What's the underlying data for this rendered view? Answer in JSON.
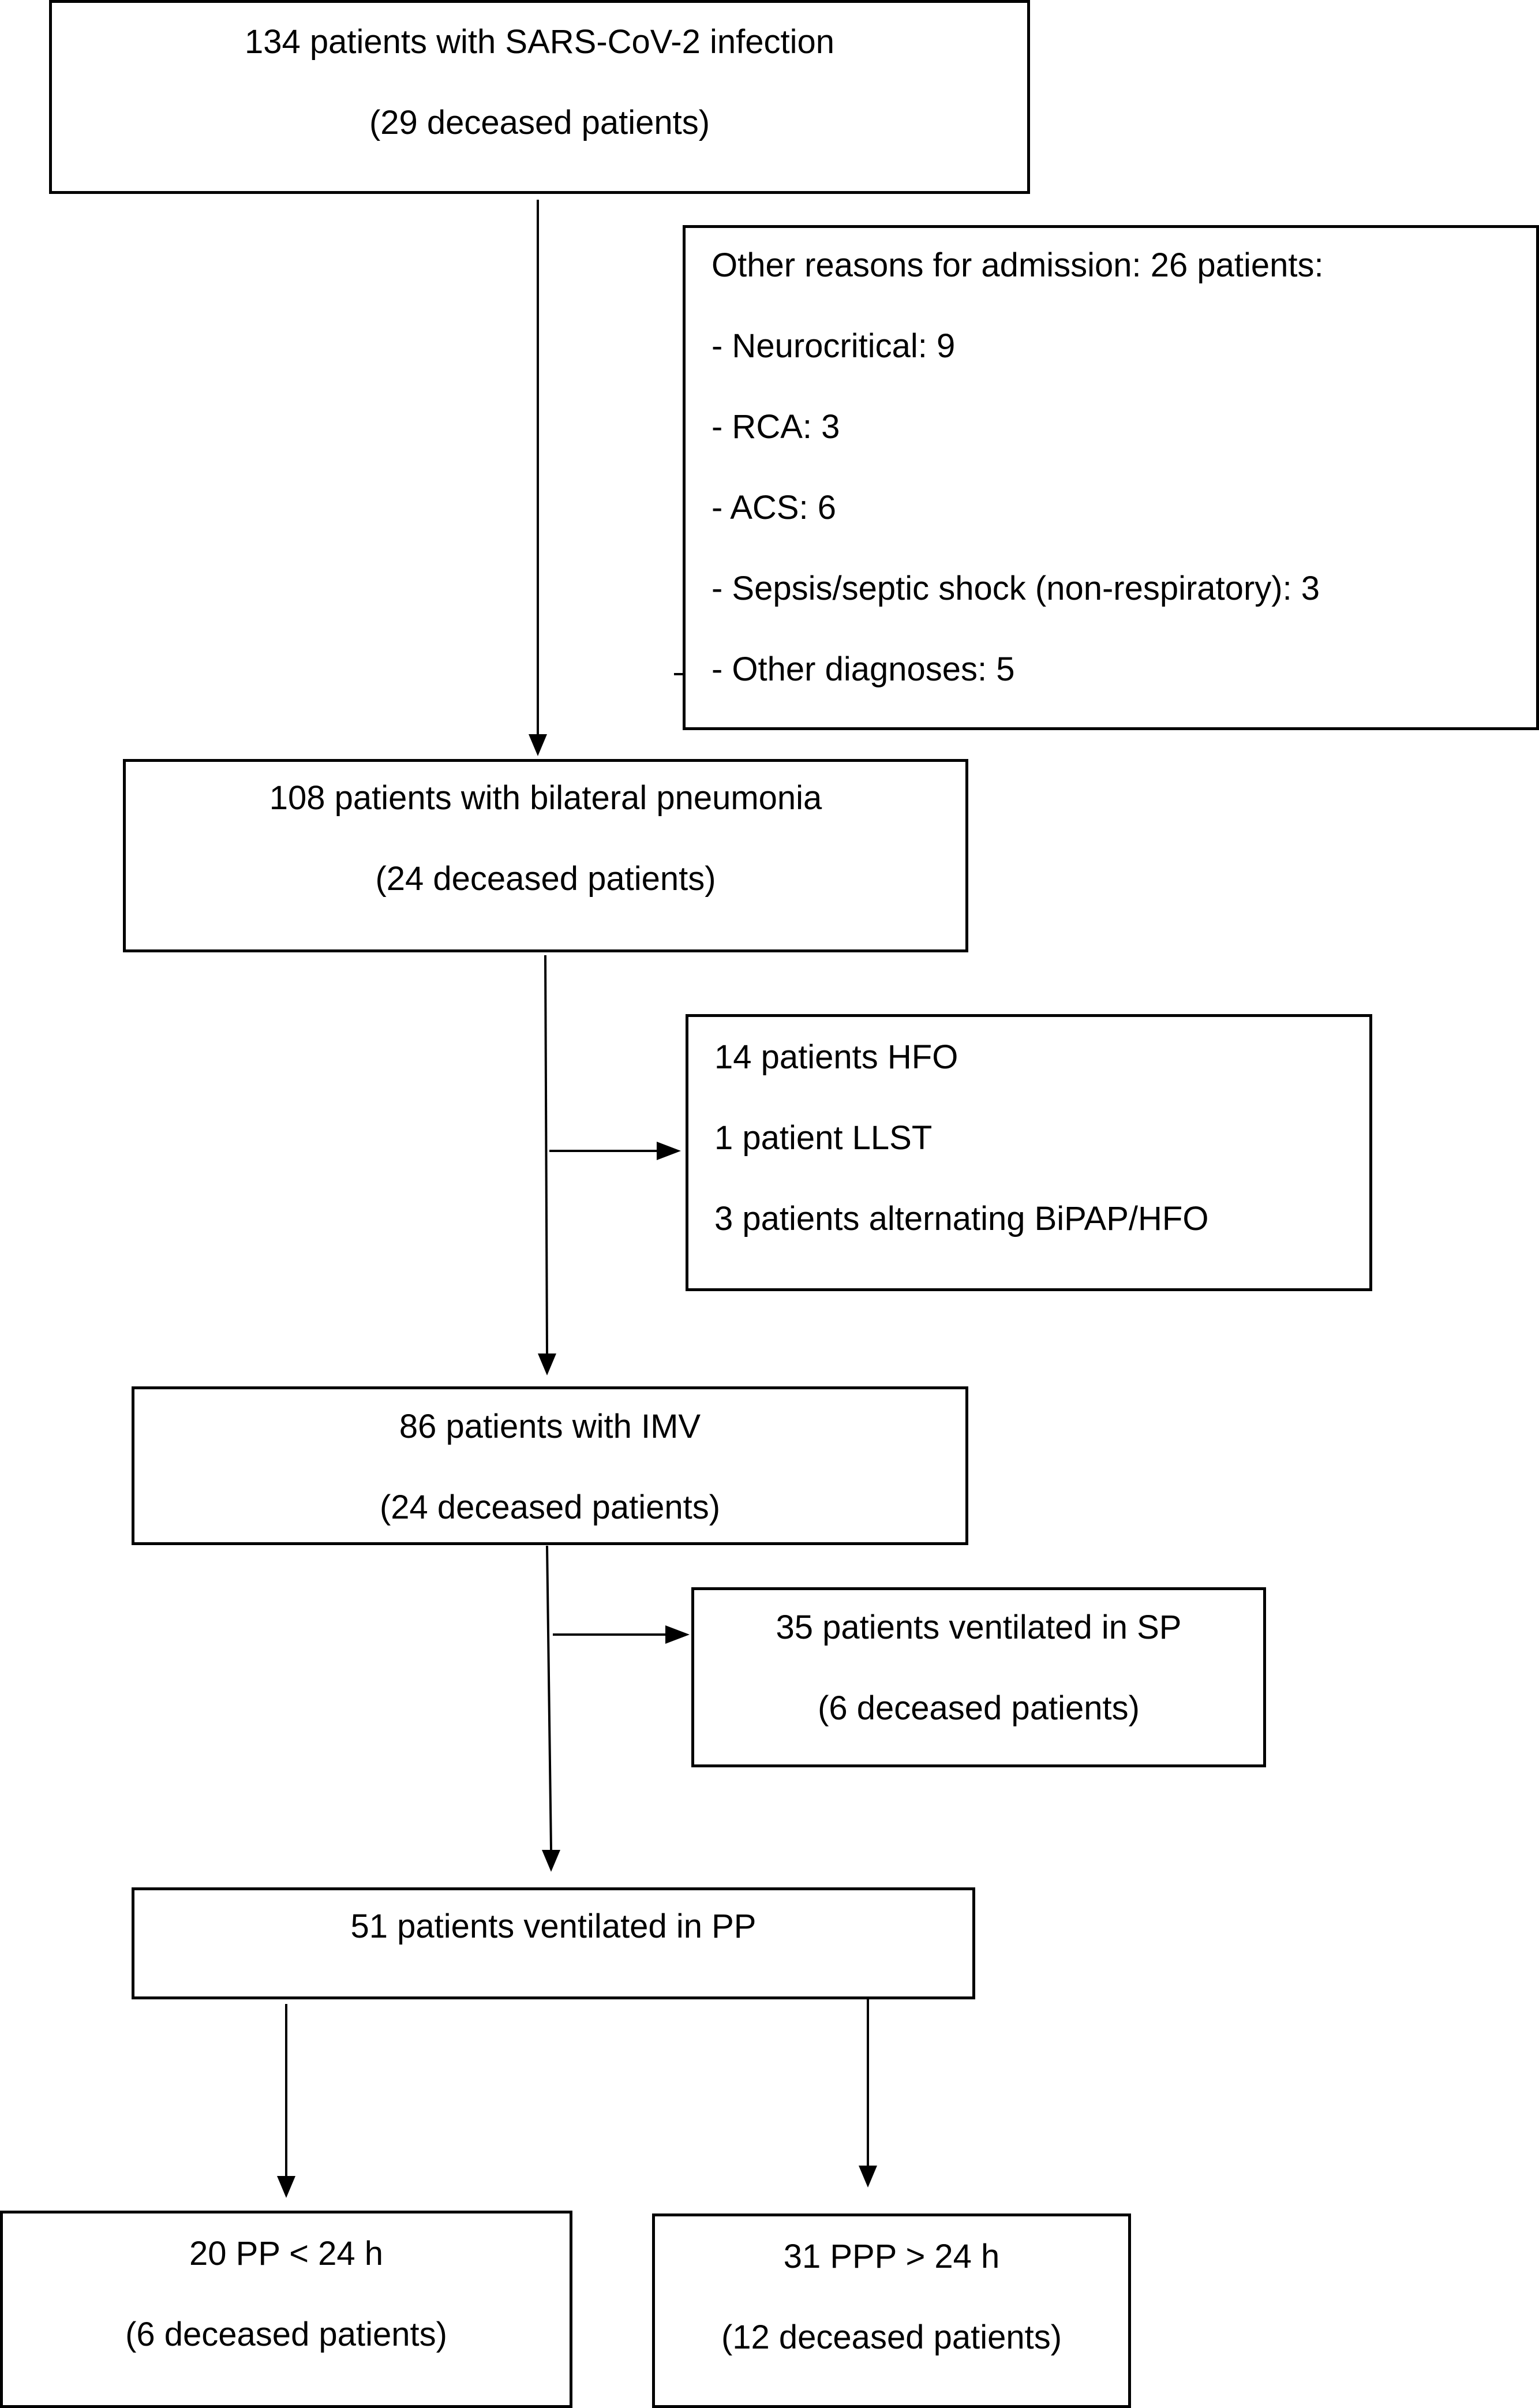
{
  "boxes": {
    "total": {
      "line1": "134 patients with SARS-CoV-2 infection",
      "line2": "(29 deceased patients)"
    },
    "excluded": {
      "line1": "Other reasons for admission: 26 patients:",
      "line2": "- Neurocritical: 9",
      "line3": "- RCA: 3",
      "line4": "- ACS: 6",
      "line5": "- Sepsis/septic shock (non-respiratory): 3",
      "line6": "- Other diagnoses: 5"
    },
    "pneumonia": {
      "line1": "108 patients with bilateral pneumonia",
      "line2": "(24 deceased patients)"
    },
    "non_invasive": {
      "line1": "14 patients HFO",
      "line2": "1 patient LLST",
      "line3": "3 patients alternating BiPAP/HFO"
    },
    "imv": {
      "line1": "86 patients with IMV",
      "line2": "(24 deceased patients)"
    },
    "supine": {
      "line1": "35 patients ventilated in SP",
      "line2": "(6 deceased patients)"
    },
    "prone": {
      "line1": "51 patients ventilated in PP"
    },
    "pp_short": {
      "line1": "20 PP < 24 h",
      "line2": "(6 deceased patients)"
    },
    "pp_long": {
      "line1": "31 PPP > 24 h",
      "line2": "(12 deceased patients)"
    }
  },
  "colors": {
    "line": "#000000",
    "box_border": "#000000",
    "background": "#ffffff"
  }
}
